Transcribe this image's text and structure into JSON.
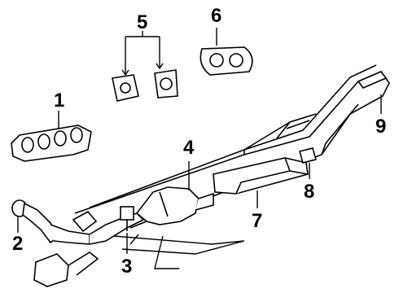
{
  "diagram": {
    "callouts": [
      {
        "id": "c1",
        "label": "1"
      },
      {
        "id": "c2",
        "label": "2"
      },
      {
        "id": "c3",
        "label": "3"
      },
      {
        "id": "c4",
        "label": "4"
      },
      {
        "id": "c5",
        "label": "5"
      },
      {
        "id": "c6",
        "label": "6"
      },
      {
        "id": "c7",
        "label": "7"
      },
      {
        "id": "c8",
        "label": "8"
      },
      {
        "id": "c9",
        "label": "9"
      }
    ],
    "colors": {
      "ink": "#000000",
      "paper": "#ffffff",
      "shade": "#cfcfcf"
    }
  }
}
